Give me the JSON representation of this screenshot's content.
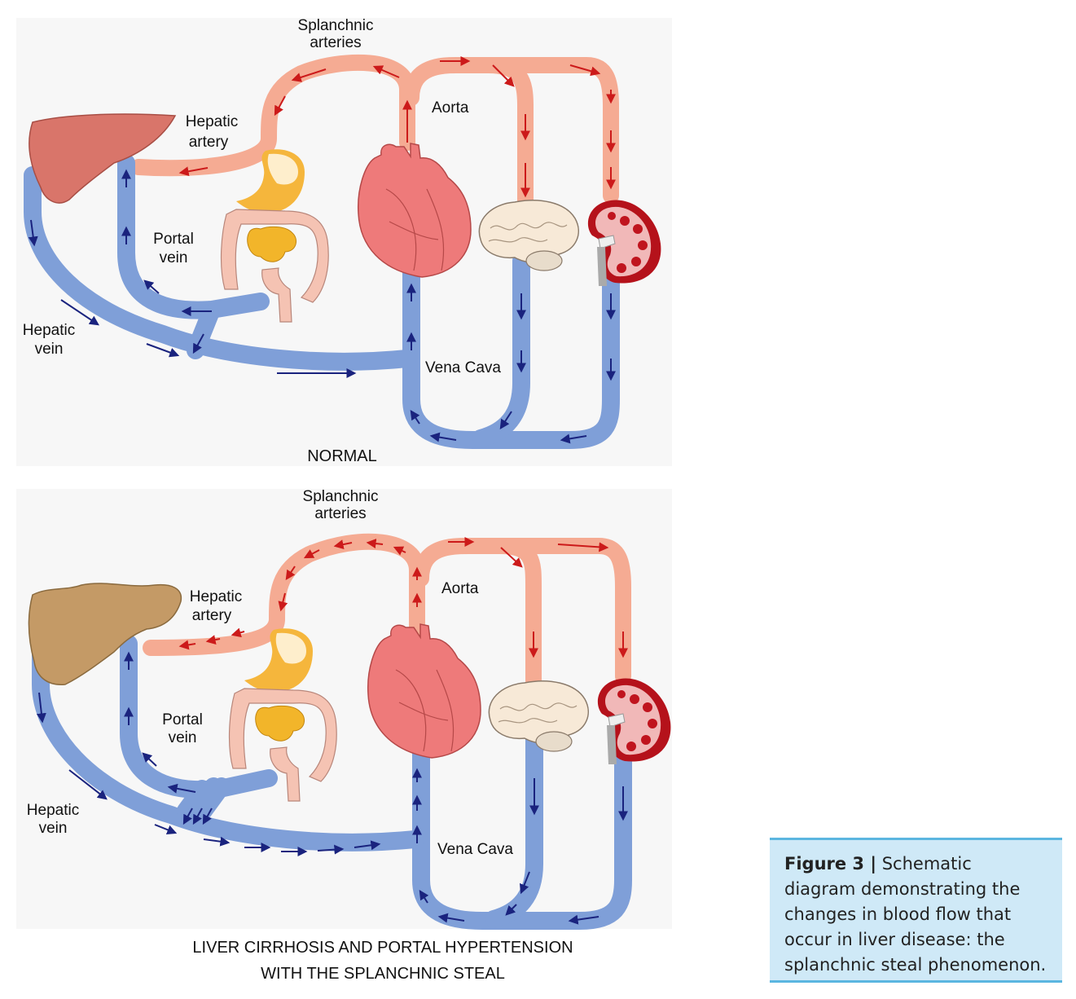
{
  "panels": [
    {
      "title": "NORMAL",
      "labels": {
        "splanchnic_1": "Splanchnic",
        "splanchnic_2": "arteries",
        "hepatic_artery_1": "Hepatic",
        "hepatic_artery_2": "artery",
        "aorta": "Aorta",
        "portal_vein_1": "Portal",
        "portal_vein_2": "vein",
        "hepatic_vein_1": "Hepatic",
        "hepatic_vein_2": "vein",
        "vena_cava": "Vena Cava"
      }
    },
    {
      "title_line1": "LIVER CIRRHOSIS AND PORTAL HYPERTENSION",
      "title_line2": "WITH THE SPLANCHNIC STEAL",
      "labels": {
        "splanchnic_1": "Splanchnic",
        "splanchnic_2": "arteries",
        "hepatic_artery_1": "Hepatic",
        "hepatic_artery_2": "artery",
        "aorta": "Aorta",
        "portal_vein_1": "Portal",
        "portal_vein_2": "vein",
        "hepatic_vein_1": "Hepatic",
        "hepatic_vein_2": "vein",
        "vena_cava": "Vena Cava"
      }
    }
  ],
  "caption": {
    "figure_label": "Figure 3 |",
    "text": "Schematic diagram demonstrating the changes in blood flow that occur in liver disease: the splanchnic steal phenomenon."
  },
  "colors": {
    "artery": "#f5ab93",
    "vein": "#7f9fd8",
    "artery_arrow": "#cc1a1a",
    "vein_arrow": "#1a237e",
    "normal_liver": "#d9756a",
    "cirrhotic_liver": "#c49a66",
    "heart": "#ee7a7a",
    "stomach": "#f5b63c",
    "intestine": "#f5c3b3",
    "small_bowel": "#f2b52a",
    "brain": "#f7e9d7",
    "kidney": "#b5121b",
    "caption_bg": "#cfe9f7",
    "caption_border": "#5bb6e0"
  },
  "icons": [
    "liver-icon",
    "stomach-icon",
    "intestine-icon",
    "heart-icon",
    "brain-icon",
    "kidney-icon"
  ]
}
